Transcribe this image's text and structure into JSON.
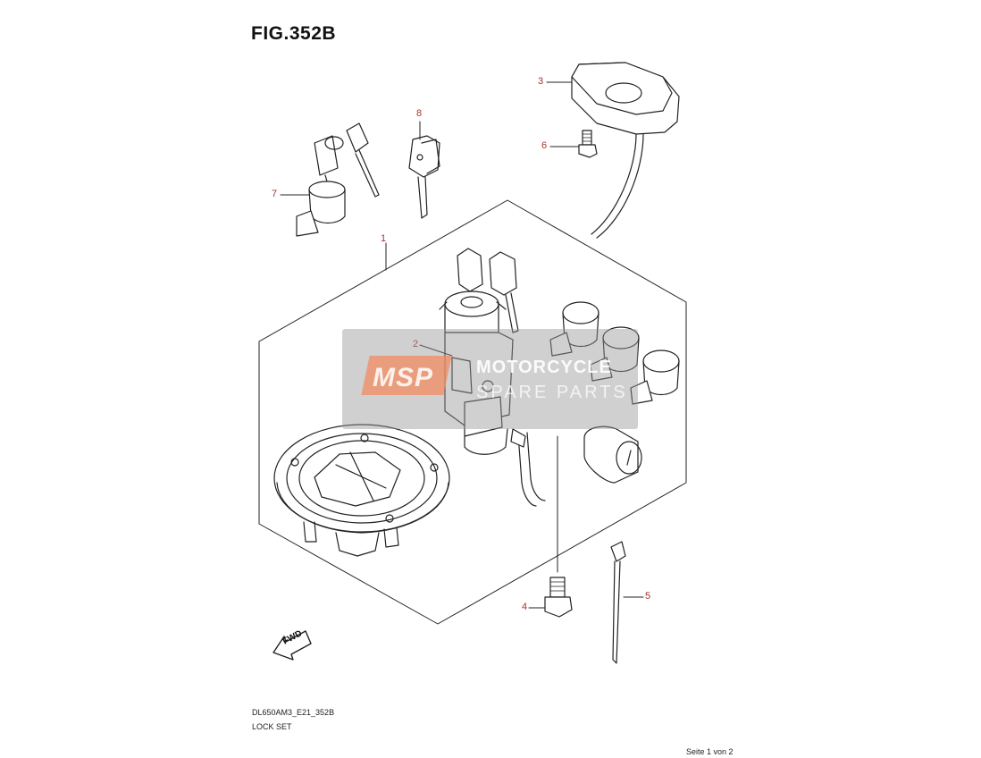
{
  "figure": {
    "title": "FIG.352B"
  },
  "callouts": [
    {
      "id": "1",
      "label": "1"
    },
    {
      "id": "2",
      "label": "2"
    },
    {
      "id": "3",
      "label": "3"
    },
    {
      "id": "4",
      "label": "4"
    },
    {
      "id": "5",
      "label": "5"
    },
    {
      "id": "6",
      "label": "6"
    },
    {
      "id": "7",
      "label": "7"
    },
    {
      "id": "8",
      "label": "8"
    }
  ],
  "direction_marker": {
    "label": "FWD",
    "icon": "forward-arrow-icon"
  },
  "footer": {
    "code": "DL650AM3_E21_352B",
    "caption": "LOCK SET",
    "page_indicator": "Seite 1 von 2"
  },
  "watermark": {
    "logo": "MSP",
    "line1": "MOTORCYCLE",
    "line2": "SPARE PARTS"
  },
  "colors": {
    "callout": "#a8322b",
    "line": "#222222",
    "watermark_accent": "#f28c60"
  }
}
